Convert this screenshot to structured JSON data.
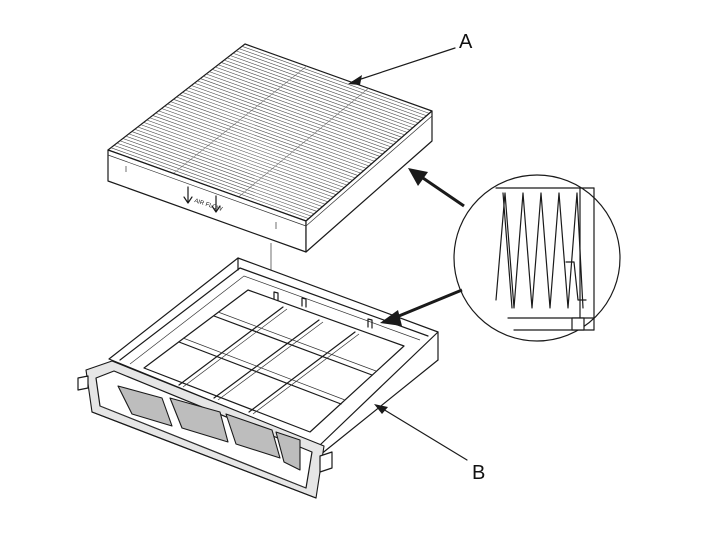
{
  "callouts": {
    "a": "A",
    "b": "B"
  },
  "filter_airflow_text": "AIR FLOW",
  "colors": {
    "line": "#1a1a1a",
    "housing_shade": "#e6e6e6",
    "frame_shade": "#bdbdbd"
  }
}
